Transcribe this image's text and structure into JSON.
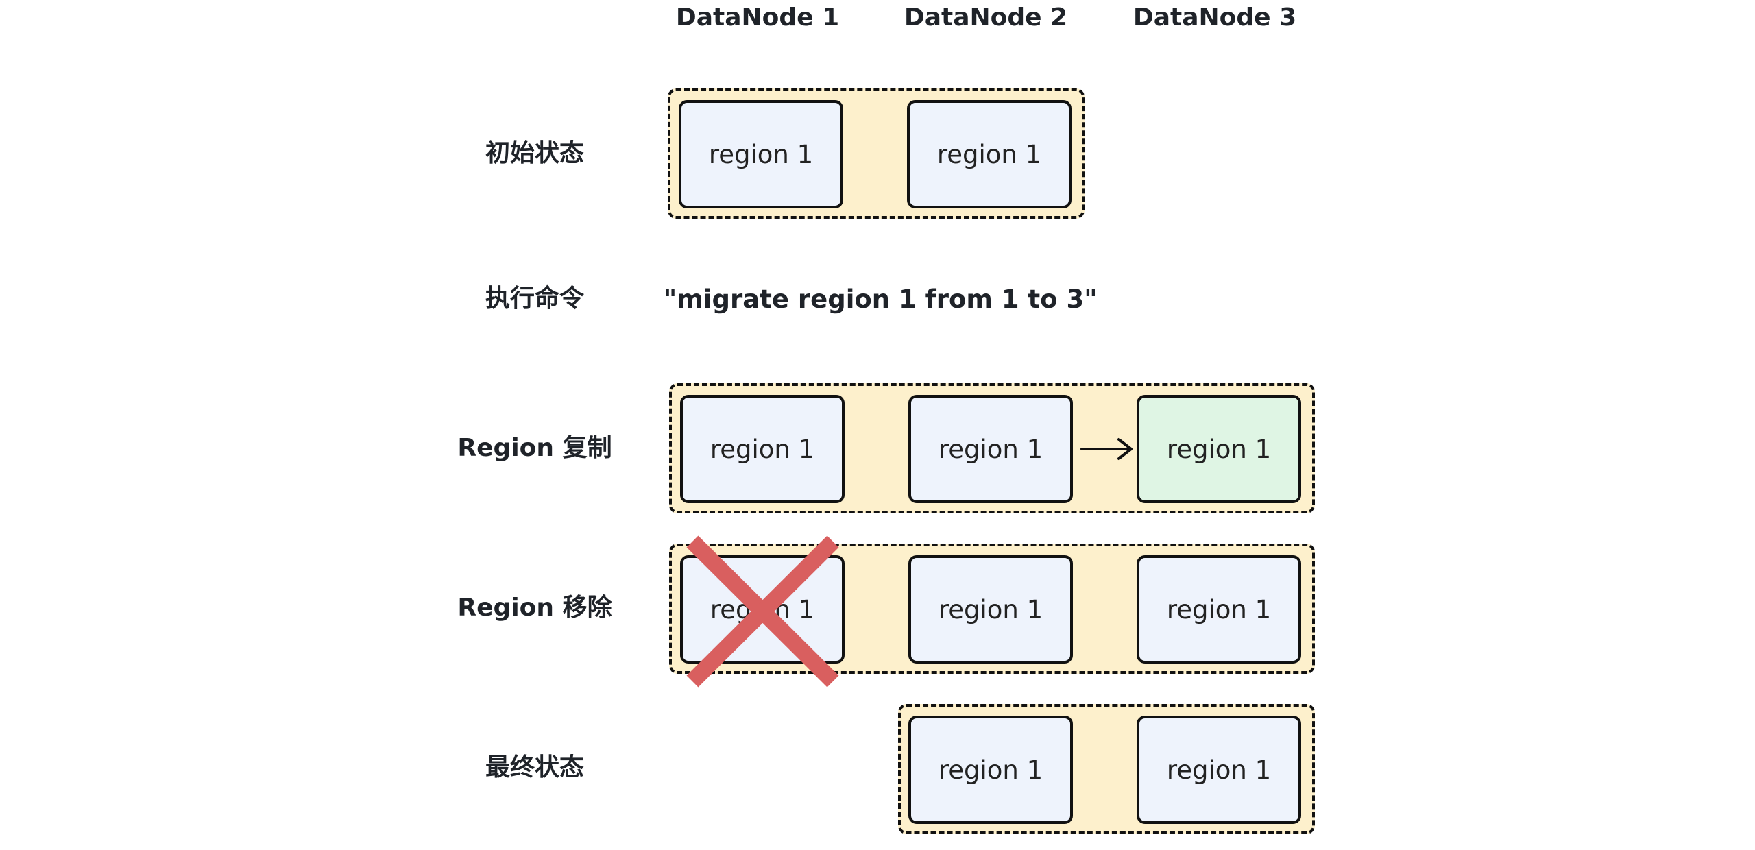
{
  "columns": [
    "DataNode 1",
    "DataNode 2",
    "DataNode 3"
  ],
  "rows": {
    "initial": "初始状态",
    "execute": "执行命令",
    "replicate": "Region 复制",
    "remove": "Region 移除",
    "final": "最终状态"
  },
  "command": "\"migrate region 1 from 1 to 3\"",
  "region_label": "region 1",
  "colors": {
    "group_fill": "#fdf0cc",
    "region_fill": "#eef3fc",
    "new_region_fill": "#dff5e4",
    "remove_mark": "#d95f5f",
    "stroke": "#111111"
  },
  "icons": {
    "remove_mark": "cross-icon",
    "replicate_arrow": "arrow-right-icon"
  }
}
